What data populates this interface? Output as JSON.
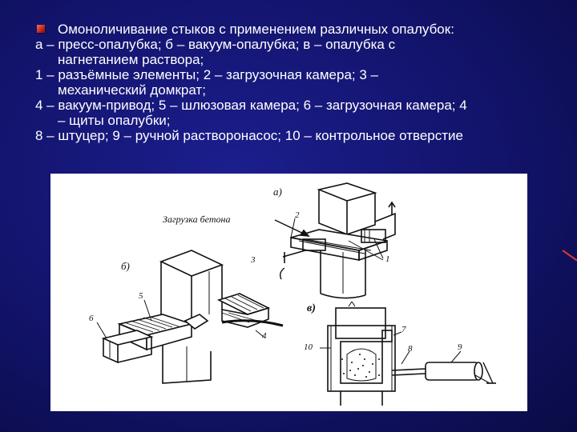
{
  "slide": {
    "title": "Омоноличивание стыков с применением различных опалубок:",
    "lines": [
      "а – пресс-опалубка; б – вакуум-опалубка; в – опалубка с",
      "нагнетанием раствора;",
      "1 – разъёмные элементы; 2 – загрузочная камера; 3 –",
      "механический домкрат;",
      "4 – вакуум-привод; 5 – шлюзовая камера; 6 – загрузочная камера; 4",
      "– щиты опалубки;",
      "8 – штуцер; 9 – ручной растворонасос; 10 – контрольное отверстие"
    ],
    "accent_color": "#c0261a",
    "background_color": "#15167a"
  },
  "figure": {
    "labels": {
      "a": "а)",
      "b": "б)",
      "v": "в)",
      "concrete_loading": "Загрузка бетона",
      "n1": "1",
      "n2": "2",
      "n3": "3",
      "n4": "4",
      "n5": "5",
      "n6": "6",
      "n7": "7",
      "n8": "8",
      "n9": "9",
      "n10": "10"
    }
  }
}
